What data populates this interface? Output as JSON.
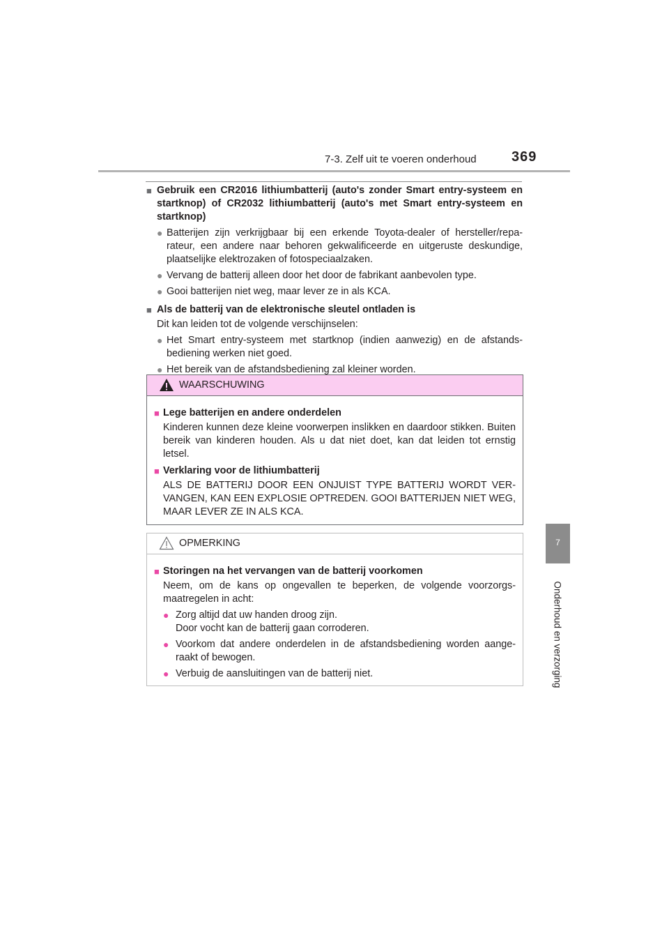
{
  "header": {
    "section": "7-3. Zelf uit te voeren onderhoud",
    "page_number": "369"
  },
  "side_tab": {
    "chapter_number": "7",
    "chapter_title": "Onderhoud en verzorging"
  },
  "main": {
    "section1": {
      "heading": "Gebruik een CR2016 lithiumbatterij (auto's zonder Smart entry-systeem en startknop) of CR2032 lithiumbatterij (auto's met Smart entry-systeem en startknop)",
      "bullets": [
        "Batterijen zijn verkrijgbaar bij een erkende Toyota-dealer of hersteller/repa-rateur, een andere naar behoren gekwalificeerde en uitgeruste deskundige, plaatselijke elektrozaken of fotospeciaalzaken.",
        "Vervang de batterij alleen door het door de fabrikant aanbevolen type.",
        "Gooi batterijen niet weg, maar lever ze in als KCA."
      ]
    },
    "section2": {
      "heading": "Als de batterij van de elektronische sleutel ontladen is",
      "intro": "Dit kan leiden tot de volgende verschijnselen:",
      "bullets": [
        "Het Smart entry-systeem met startknop (indien aanwezig) en de afstands-bediening werken niet goed.",
        "Het bereik van de afstandsbediening zal kleiner worden."
      ]
    }
  },
  "warning": {
    "title": "WAARSCHUWING",
    "items": [
      {
        "heading": "Lege batterijen en andere onderdelen",
        "text": "Kinderen kunnen deze kleine voorwerpen inslikken en daardoor stikken. Buiten bereik van kinderen houden. Als u dat niet doet, kan dat leiden tot ernstig letsel."
      },
      {
        "heading": "Verklaring voor de lithiumbatterij",
        "text": "ALS DE BATTERIJ DOOR EEN ONJUIST TYPE BATTERIJ WORDT VER-VANGEN, KAN EEN EXPLOSIE OPTREDEN. GOOI BATTERIJEN NIET WEG, MAAR LEVER ZE IN ALS KCA."
      }
    ]
  },
  "notice": {
    "title": "OPMERKING",
    "heading": "Storingen na het vervangen van de batterij voorkomen",
    "intro": "Neem, om de kans op ongevallen te beperken, de volgende voorzorgs-maatregelen in acht:",
    "bullets": [
      {
        "line1": "Zorg altijd dat uw handen droog zijn.",
        "line2": "Door vocht kan de batterij gaan corroderen."
      },
      {
        "line1": "Voorkom dat andere onderdelen in de afstandsbediening worden aange-raakt of bewogen.",
        "line2": ""
      },
      {
        "line1": "Verbuig de aansluitingen van de batterij niet.",
        "line2": ""
      }
    ]
  },
  "colors": {
    "warning_header_bg": "#fbcdf1",
    "accent_pink": "#ea48a5",
    "tab_gray": "#8c8c8c"
  },
  "icons": {
    "bullet": "●",
    "section_square": "■",
    "warning_icon": "warning-triangle-filled",
    "notice_icon": "warning-triangle-outline"
  }
}
